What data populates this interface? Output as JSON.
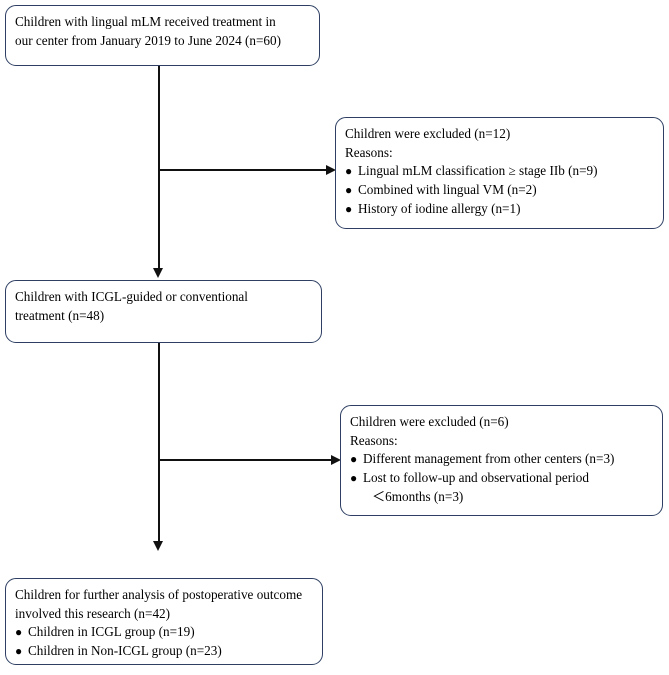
{
  "figure": {
    "type": "flowchart",
    "orientation": "vertical",
    "accent_border_color": "#2e3f63",
    "connector_color": "#111111",
    "background_color": "#ffffff"
  },
  "nodes": {
    "enrollment": {
      "lines": [
        "Children with lingual mLM received treatment in",
        "our center from January 2019 to June 2024 (n=60)"
      ]
    },
    "excluded_1": {
      "heading": "Children were excluded (n=12)",
      "reasons_label": "Reasons:",
      "bullet_char": "●",
      "reasons": [
        "Lingual mLM classification ≥ stage IIb (n=9)",
        "Combined with lingual VM (n=2)",
        "History of iodine allergy (n=1)"
      ]
    },
    "treatment": {
      "lines": [
        "Children with ICGL-guided or conventional",
        "treatment (n=48)"
      ]
    },
    "excluded_2": {
      "heading": "Children were excluded (n=6)",
      "reasons_label": "Reasons:",
      "bullet_char": "●",
      "reasons": [
        "Different management from other centers (n=3)",
        "Lost to follow-up and observational period"
      ],
      "reason_2_continuation": "＜6months (n=3)"
    },
    "analysis": {
      "lines": [
        "Children for further analysis of postoperative outcome",
        "involved this research (n=42)"
      ],
      "bullet_char": "●",
      "groups": [
        "Children in ICGL group (n=19)",
        "Children in Non-ICGL group (n=23)"
      ]
    }
  }
}
